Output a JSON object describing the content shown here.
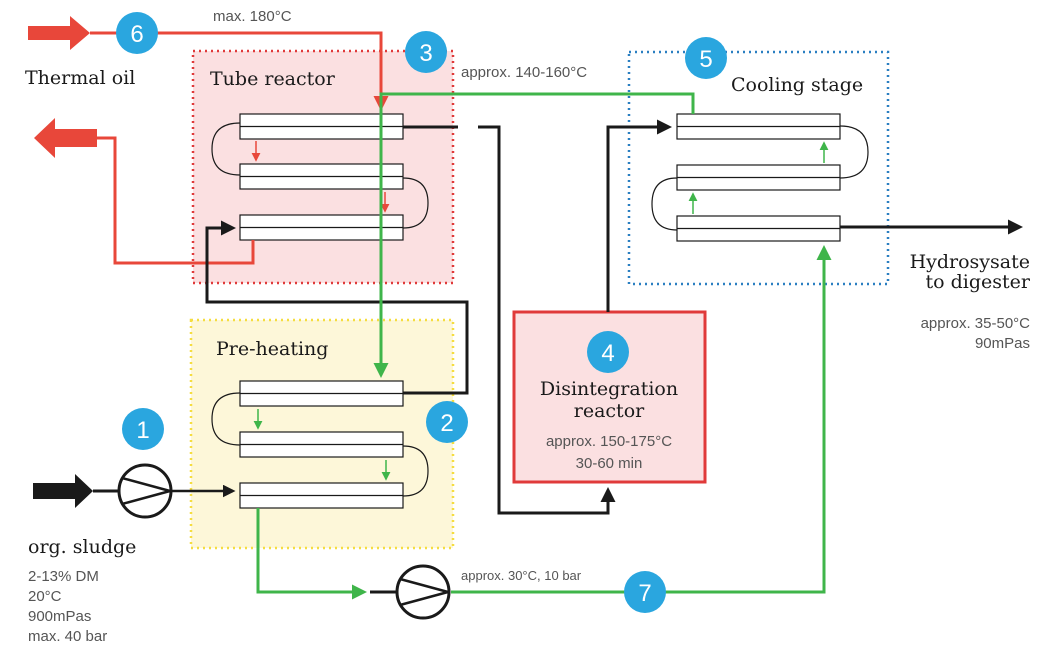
{
  "colors": {
    "thermal_oil": "#e8473a",
    "cooling_water": "#3fb54a",
    "sludge": "#1a1a1a",
    "badge": "#2aa6df",
    "tube_reactor_fill": "#fbe0e1",
    "tube_reactor_border": "#e03a3a",
    "preheating_fill": "#fdf7d9",
    "preheating_border": "#f5dd40",
    "cooling_border": "#2a7fc1",
    "disintegration_fill": "#fbe0e1",
    "disintegration_border": "#e03a3a"
  },
  "badges": [
    "1",
    "2",
    "3",
    "4",
    "5",
    "6",
    "7"
  ],
  "zones": {
    "tube_reactor": "Tube reactor",
    "preheating": "Pre-heating",
    "cooling": "Cooling stage",
    "disintegration_line1": "Disintegration",
    "disintegration_line2": "reactor",
    "disintegration_temp": "approx. 150-175°C",
    "disintegration_time": "30-60 min"
  },
  "labels": {
    "thermal_oil": "Thermal oil",
    "max_temp": "max. 180°C",
    "approx_140": "approx. 140-160°C",
    "output_line1": "Hydrosysate",
    "output_line2": "to digester",
    "output_temp": "approx. 35-50°C",
    "output_visc": "90mPas",
    "org_sludge": "org. sludge",
    "sludge_dm": "2-13% DM",
    "sludge_temp": "20°C",
    "sludge_visc": "900mPas",
    "sludge_pressure": "max. 40 bar",
    "pump2_label": "approx. 30°C, 10 bar"
  }
}
